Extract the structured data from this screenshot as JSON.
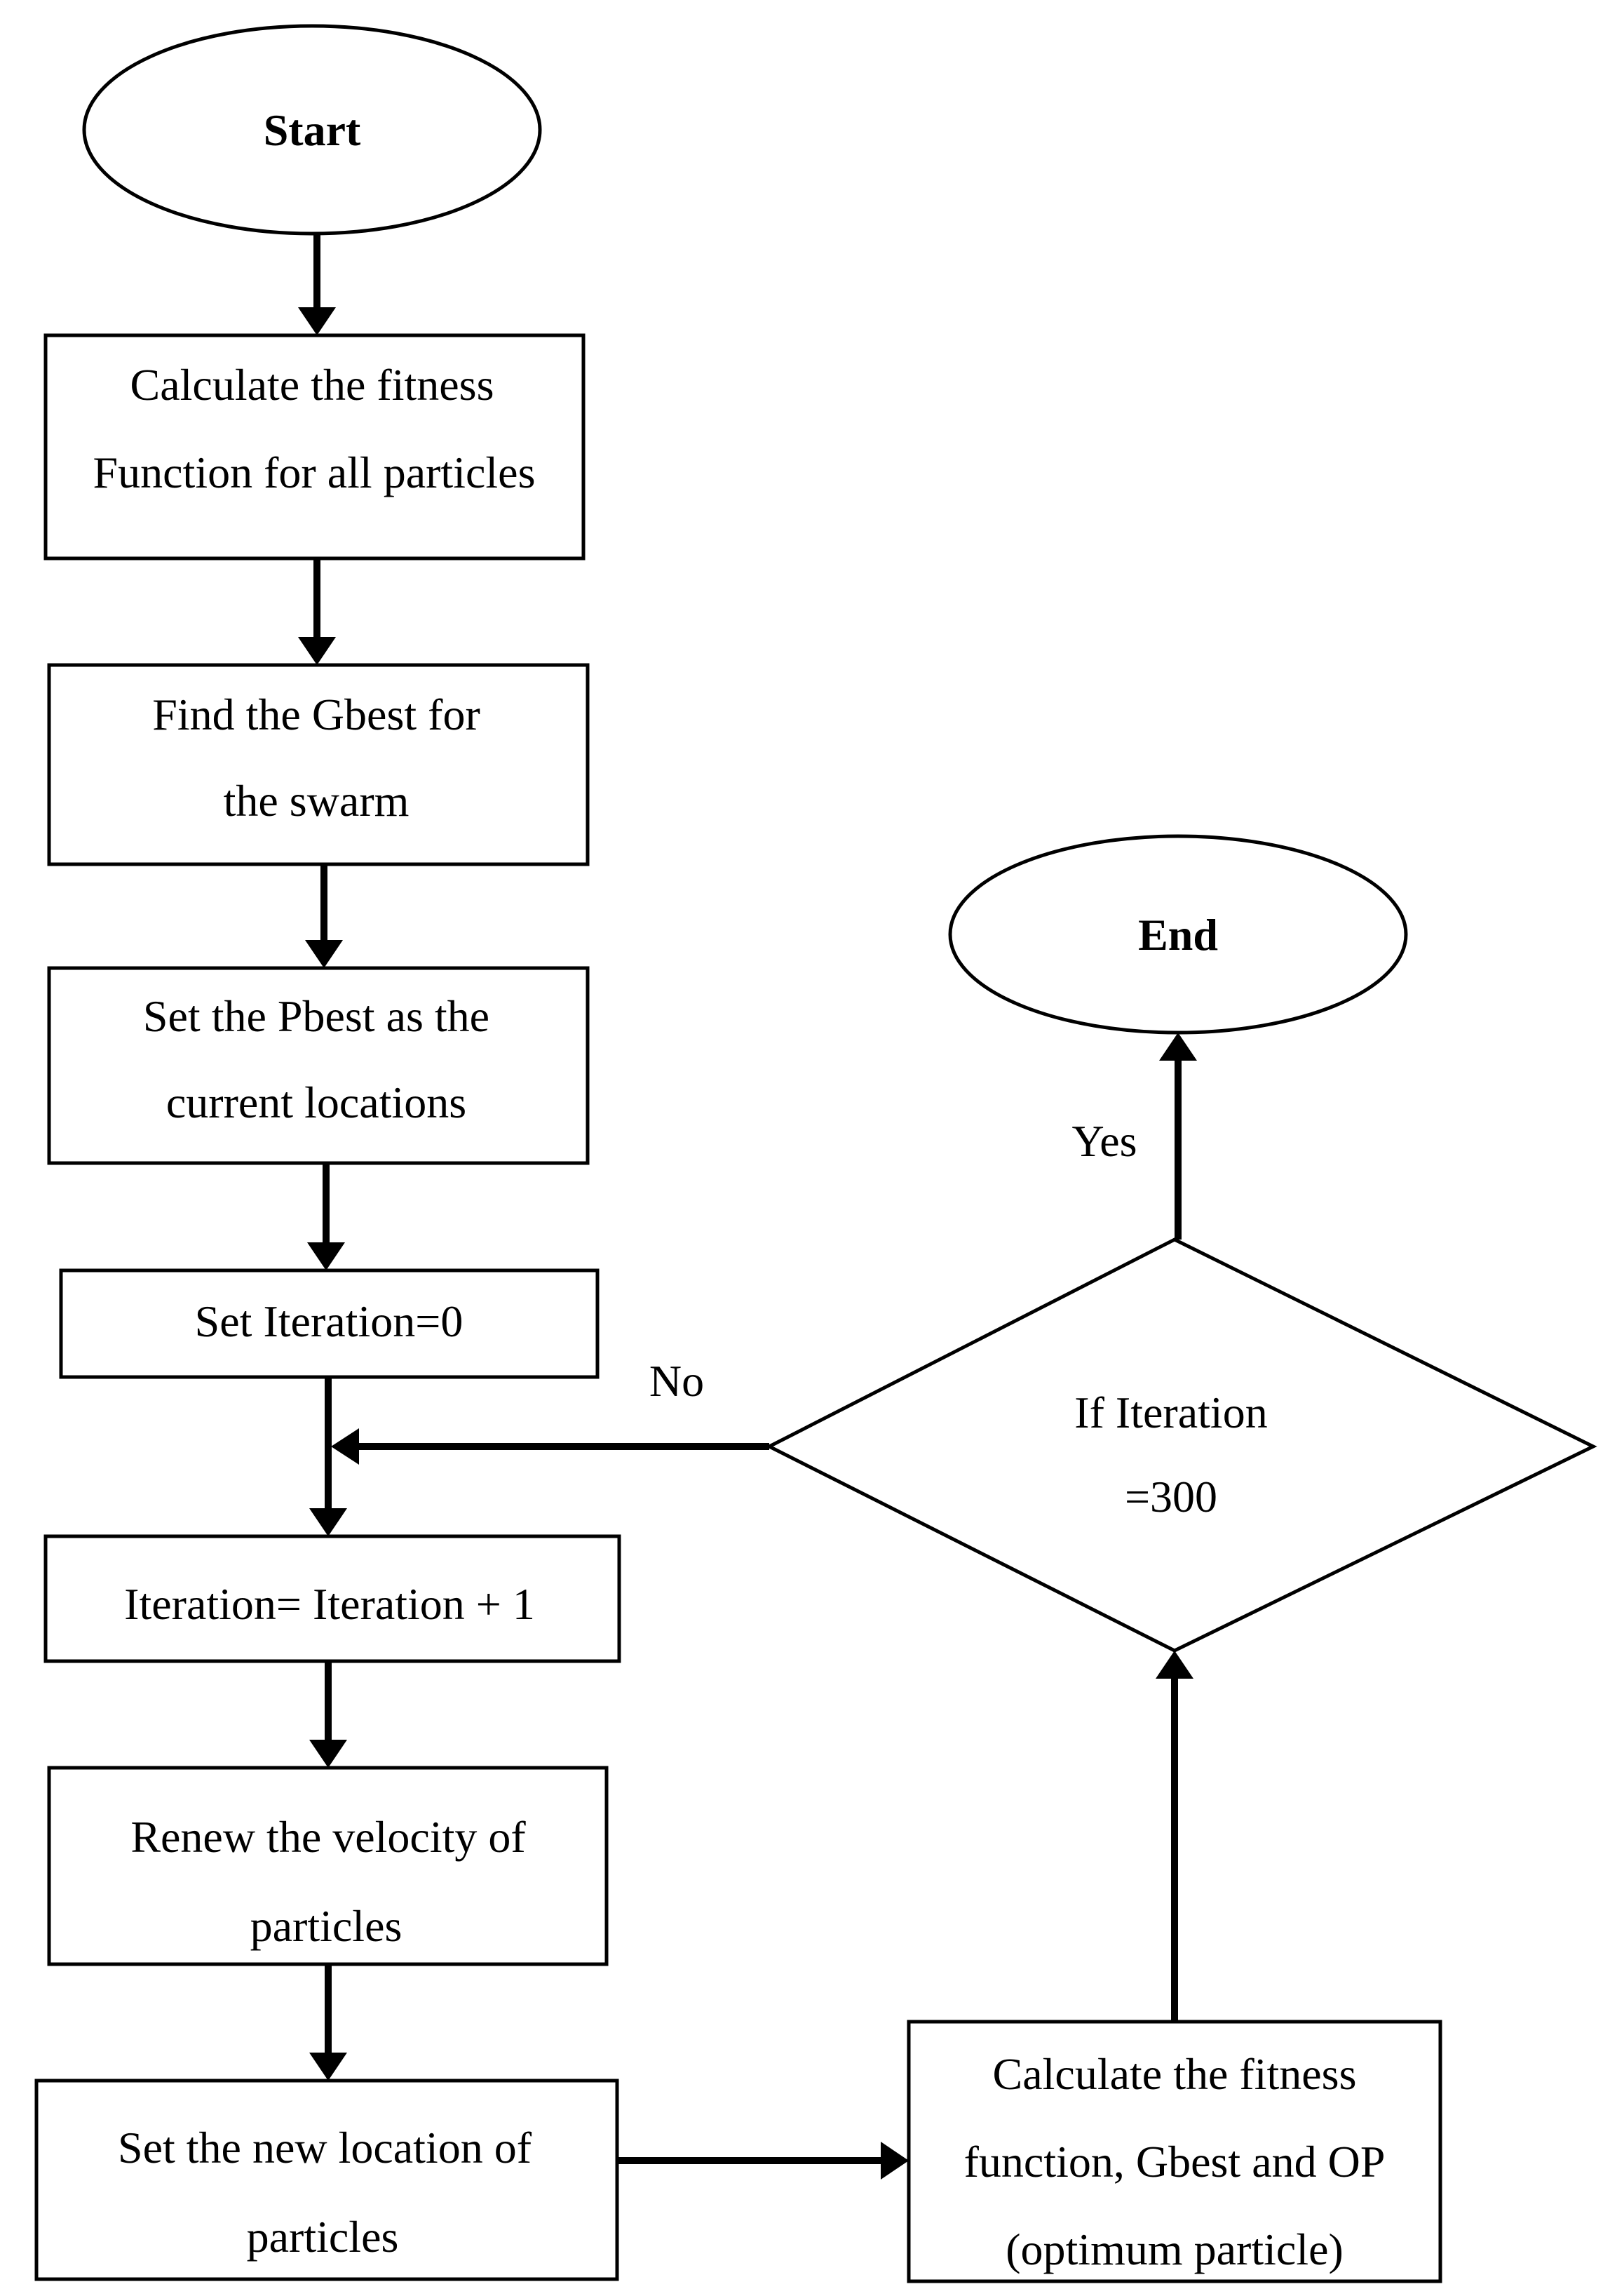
{
  "flowchart": {
    "start": "Start",
    "calc_fitness": [
      "Calculate the fitness",
      "Function for all particles"
    ],
    "find_gbest": [
      "Find the Gbest for",
      "the swarm"
    ],
    "set_pbest": [
      "Set the Pbest as the",
      "current locations"
    ],
    "set_iteration": "Set Iteration=0",
    "increment": "Iteration= Iteration + 1",
    "renew_velocity": [
      "Renew the velocity of",
      "particles"
    ],
    "set_location": [
      "Set the new location of",
      "particles"
    ],
    "calc_final": [
      "Calculate the fitness",
      "function, Gbest and OP",
      "(optimum particle)"
    ],
    "decision": [
      "If Iteration",
      "=300"
    ],
    "end": "End",
    "label_yes": "Yes",
    "label_no": "No"
  }
}
